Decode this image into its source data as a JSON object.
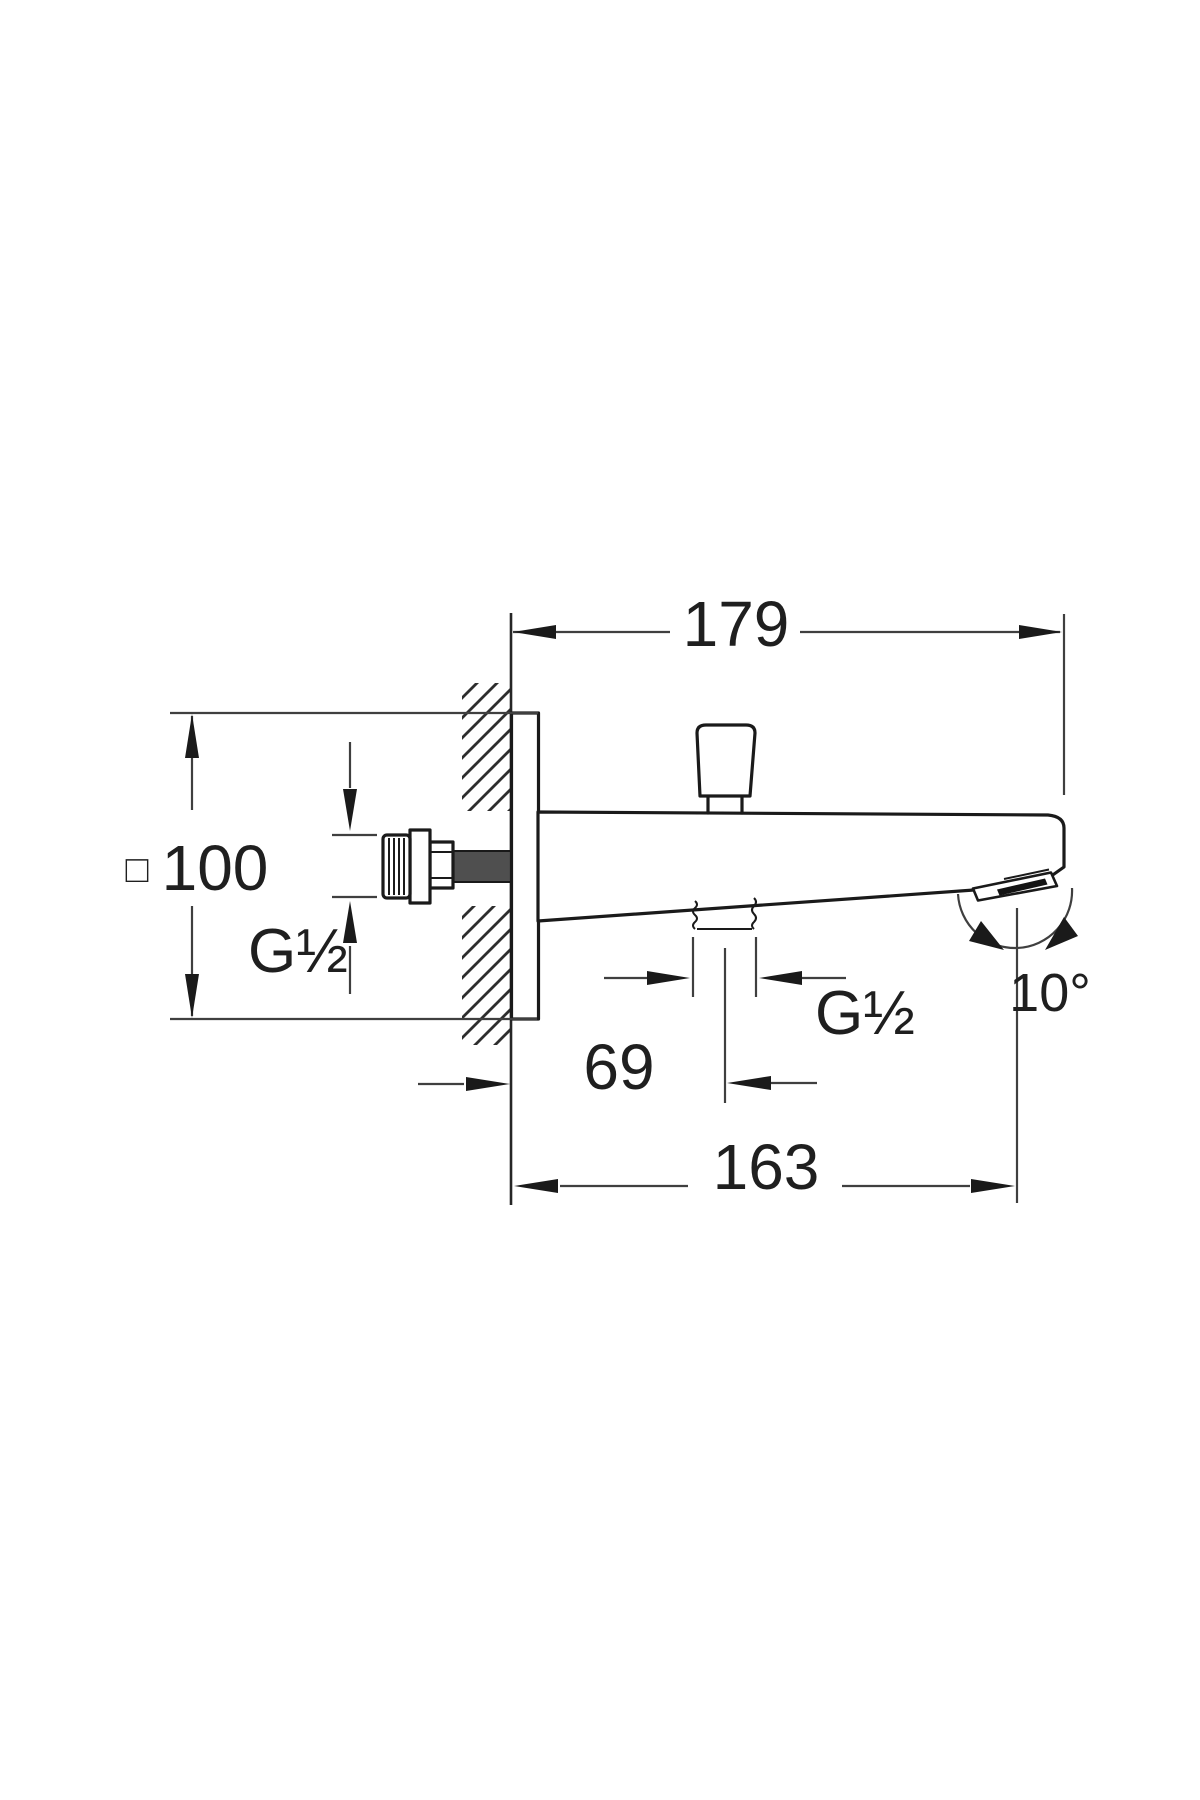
{
  "drawing": {
    "type": "technical-dimension-drawing",
    "subject": "wall-mounted bath spout with hand-shower outlet",
    "background_color": "#ffffff",
    "object_line_color": "#1a1a1a",
    "dimension_line_color": "#3f3f3f",
    "labels": {
      "top_width": "179",
      "plate_prefix": "□",
      "plate_size": "100",
      "inlet_thread": "G½",
      "outlet_thread": "G½",
      "outlet_offset": "69",
      "outlet_distance": "163",
      "spout_angle": "10°"
    }
  }
}
